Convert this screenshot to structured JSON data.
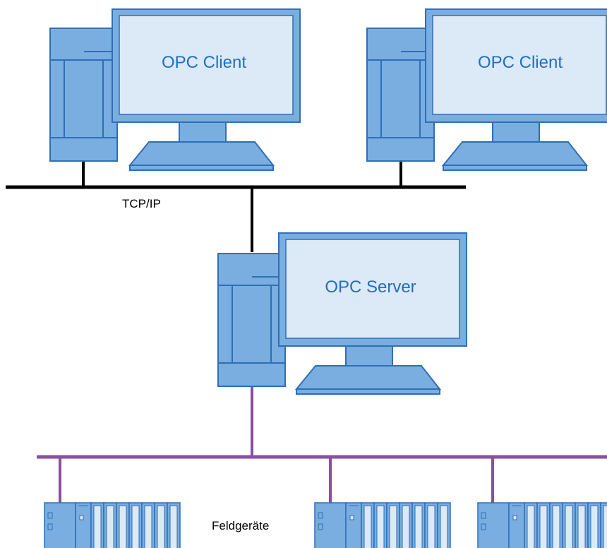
{
  "clients": [
    {
      "label": "OPC Client"
    },
    {
      "label": "OPC Client"
    }
  ],
  "server": {
    "label": "OPC Server"
  },
  "ethernet": {
    "label": "TCP/IP"
  },
  "fieldbus": {
    "label": "Feldgeräte"
  },
  "field_devices_count": 3,
  "colors": {
    "device_body": "#7aaee0",
    "device_outline": "#2f6fb5",
    "screen": "#dce9f6",
    "screen_text": "#1f6fc4",
    "ethernet_line": "#000000",
    "fieldbus_line": "#8a4fa0",
    "module_light": "#dce9f6"
  }
}
